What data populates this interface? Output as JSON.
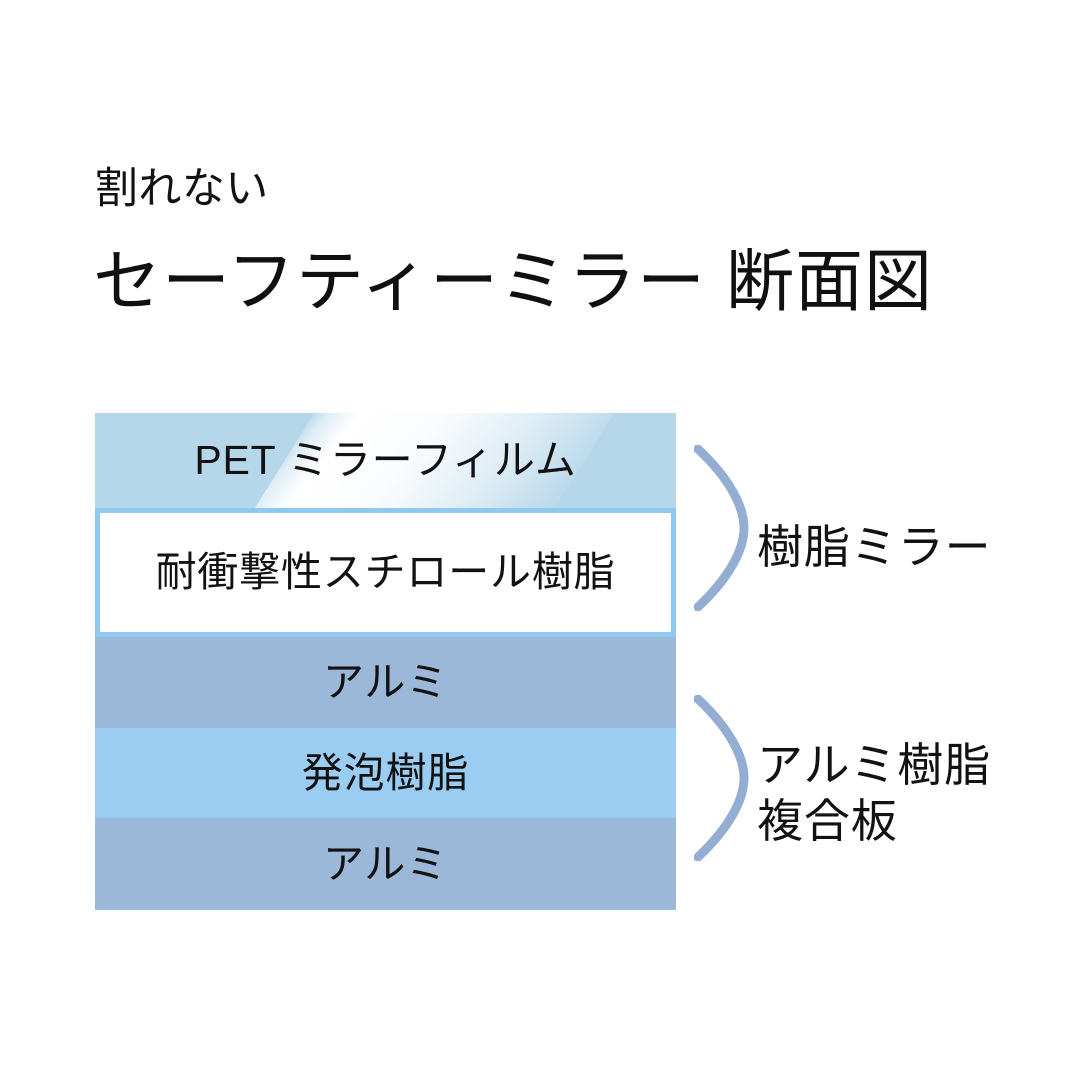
{
  "heading": {
    "eyebrow": "割れない",
    "title": "セーフティーミラー 断面図"
  },
  "diagram": {
    "type": "cross-section-layer-stack",
    "layers": [
      {
        "id": "pet-mirror-film",
        "label": "PET ミラーフィルム",
        "color": "#b6d7ea",
        "style": "glossy"
      },
      {
        "id": "styrene-resin",
        "label": "耐衝撃性スチロール樹脂",
        "color": "#ffffff",
        "border_color": "#8ecaf0"
      },
      {
        "id": "aluminium-top",
        "label": "アルミ",
        "color": "#9cb8d9"
      },
      {
        "id": "foamed-resin",
        "label": "発泡樹脂",
        "color": "#9bcdf2"
      },
      {
        "id": "aluminium-bottom",
        "label": "アルミ",
        "color": "#9cb8d9"
      }
    ],
    "groups": [
      {
        "id": "resin-mirror",
        "label": "樹脂ミラー",
        "brace_color": "#93aed2",
        "covers": [
          "pet-mirror-film",
          "styrene-resin"
        ]
      },
      {
        "id": "alu-resin-composite",
        "label": "アルミ樹脂\n複合板",
        "brace_color": "#93aed2",
        "covers": [
          "aluminium-top",
          "foamed-resin",
          "aluminium-bottom"
        ]
      }
    ]
  }
}
